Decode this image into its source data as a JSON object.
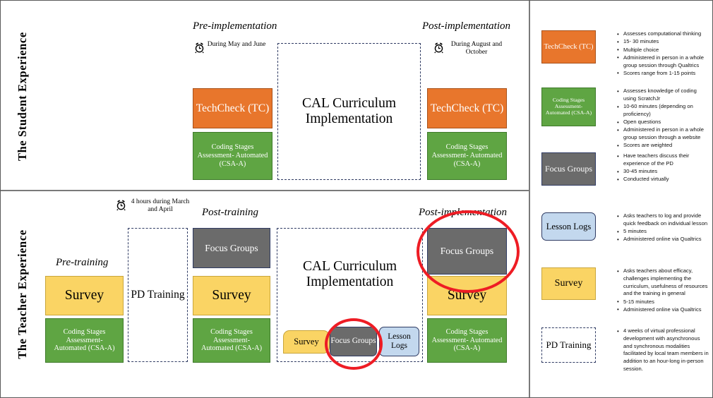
{
  "rows": {
    "student_label": "The Student Experience",
    "teacher_label": "The Teacher Experience"
  },
  "student": {
    "phase_pre": "Pre-implementation",
    "phase_post": "Post-implementation",
    "timing_pre": "During May and June",
    "timing_post": "During August and October",
    "clock_icon": "alarm-clock-icon",
    "pre_techcheck": "TechCheck (TC)",
    "pre_csaa": "Coding Stages Assessment- Automated (CSA-A)",
    "center": "CAL Curriculum Implementation",
    "post_techcheck": "TechCheck (TC)",
    "post_csaa": "Coding Stages Assessment- Automated (CSA-A)"
  },
  "teacher": {
    "phase_pre": "Pre-training",
    "phase_post_training": "Post-training",
    "phase_post_impl": "Post-implementation",
    "timing_pd": "4 hours during March and April",
    "clock_icon": "alarm-clock-icon",
    "pre_survey": "Survey",
    "pre_csaa": "Coding Stages Assessment- Automated (CSA-A)",
    "pd_training": "PD Training",
    "posttrain_focus": "Focus Groups",
    "posttrain_survey": "Survey",
    "posttrain_csaa": "Coding Stages Assessment- Automated (CSA-A)",
    "center": "CAL Curriculum Implementation",
    "inner_survey": "Survey",
    "inner_focus": "Focus Groups",
    "inner_lesson": "Lesson Logs",
    "postimpl_focus": "Focus Groups",
    "postimpl_survey": "Survey",
    "postimpl_csaa": "Coding Stages Assessment- Automated (CSA-A)"
  },
  "legend": [
    {
      "label": "TechCheck (TC)",
      "style": "orange",
      "bullets": [
        "Assesses computational thinking",
        "15- 30 minutes",
        "Multiple choice",
        "Administered in person in a whole group session through Qualtrics",
        "Scores range from 1-15 points"
      ]
    },
    {
      "label": "Coding Stages Assessment- Automated (CSA-A)",
      "style": "green",
      "bullets": [
        "Assesses knowledge of coding using ScratchJr",
        "10-60 minutes (depending on proficiency)",
        "Open questions",
        "Administered in person in a whole group session through a website",
        "Scores are weighted"
      ]
    },
    {
      "label": "Focus Groups",
      "style": "gray",
      "bullets": [
        "Have teachers discuss their experience of the PD",
        "30-45 minutes",
        "Conducted virtually"
      ]
    },
    {
      "label": "Lesson Logs",
      "style": "blue",
      "bullets": [
        "Asks teachers to log and provide quick feedback on individual lesson",
        "5 minutes",
        "Administered online via Qualtrics"
      ]
    },
    {
      "label": "Survey",
      "style": "yellow",
      "bullets": [
        "Asks teachers about efficacy, challenges implementing the curriculum, usefulness of resources and the training in general",
        "5-15 minutes",
        "Administered online via Qualtrics"
      ]
    },
    {
      "label": "PD Training",
      "style": "dashbox",
      "bullets": [
        "4 weeks of virtual professional development with asynchronous and synchronous modalities facilitated by local team members in addition to an hour-long in-person session."
      ]
    }
  ],
  "colors": {
    "orange": "#E8762C",
    "green": "#5FA543",
    "gray": "#6B6B6B",
    "yellow": "#FAD464",
    "blue": "#C3D8EE",
    "dash_border": "#2F3B63",
    "annotation_red": "#EE1C24"
  },
  "annotations": [
    {
      "name": "highlight-postimpl-focus-groups"
    },
    {
      "name": "highlight-inner-focus-groups"
    }
  ]
}
